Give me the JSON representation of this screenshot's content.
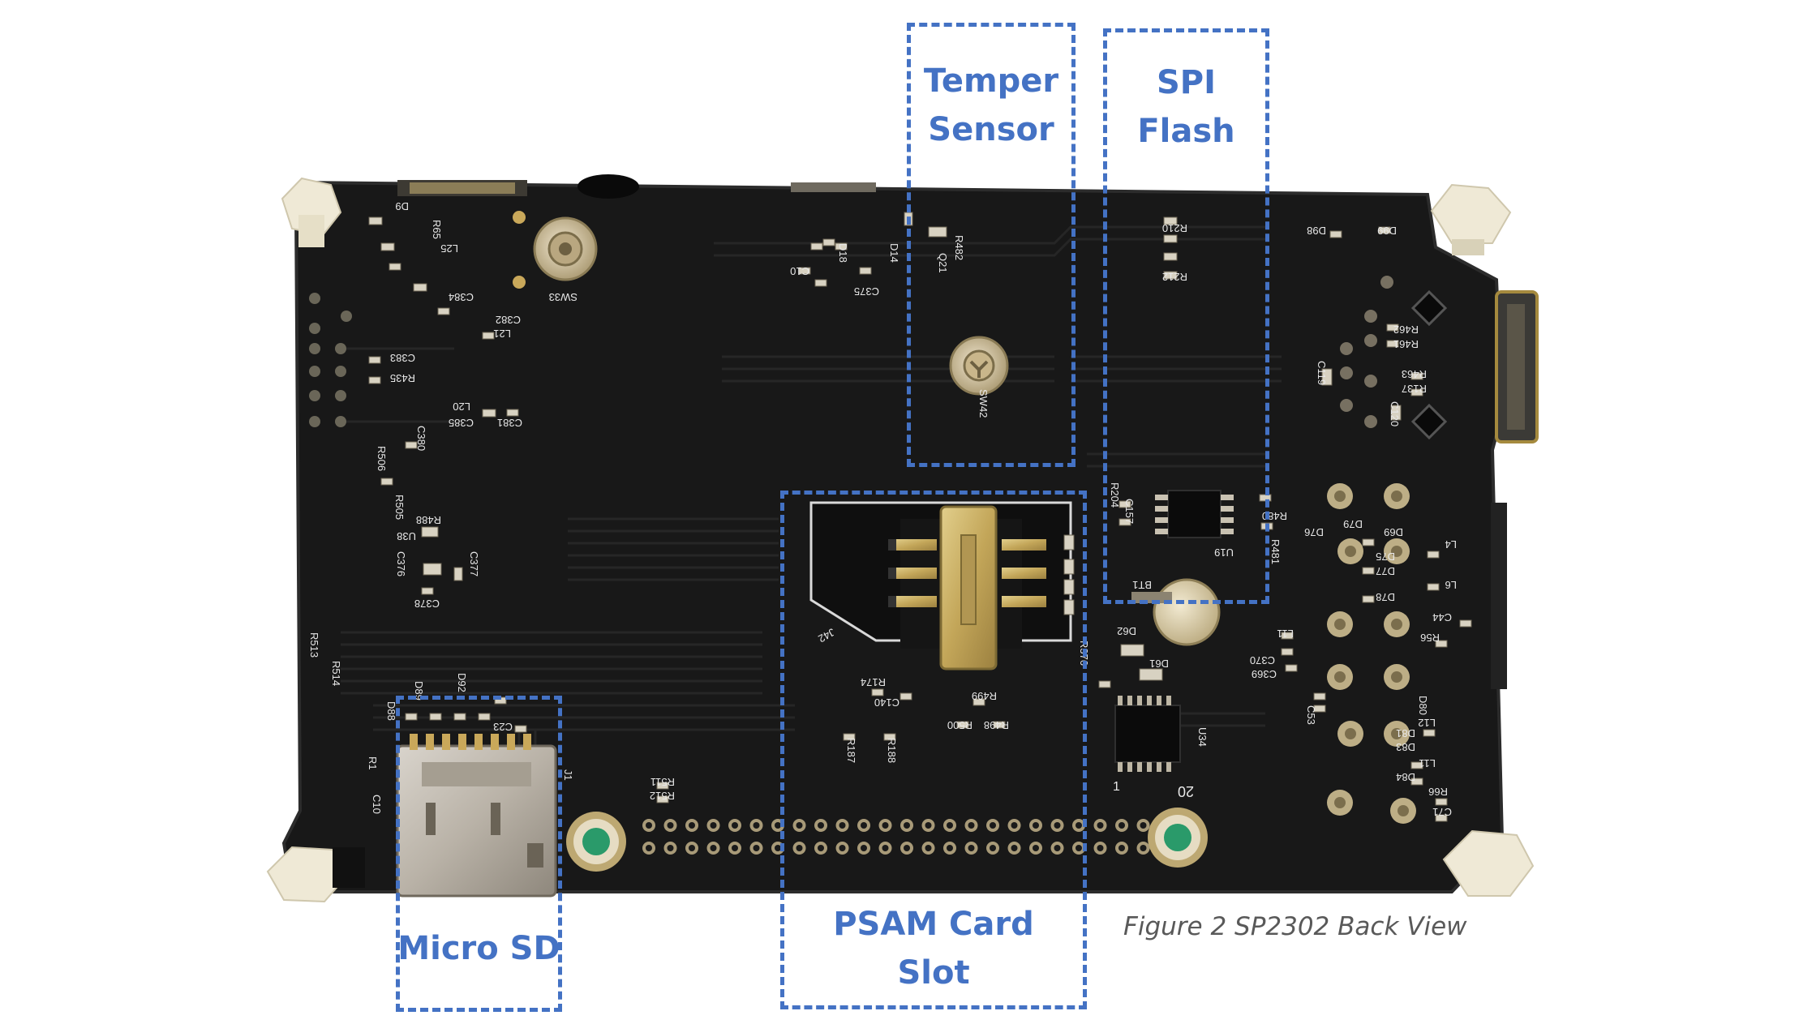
{
  "callouts": {
    "temper_sensor": "Temper\nSensor",
    "spi_flash": "SPI\nFlash",
    "psam_slot": "PSAM Card\nSlot",
    "micro_sd": "Micro SD"
  },
  "caption": "Figure 2 SP2302 Back View",
  "silkscreen": {
    "sw33": "SW33",
    "sw42": "SW42",
    "j42": "J42",
    "u19": "U19",
    "u34": "U34",
    "pin1": "1",
    "pin20": "20",
    "r482": "R482",
    "q21": "Q21",
    "r210": "R210",
    "r212": "R212",
    "r462": "R462",
    "r461": "R461",
    "r463": "R463",
    "r137": "R137",
    "c119": "C119",
    "c120": "C120",
    "d9": "D9",
    "r65": "R65",
    "l25": "L25",
    "c384": "C384",
    "c382": "C382",
    "l21": "L21",
    "c383": "C383",
    "r435": "R435",
    "c381": "C381",
    "c380": "C380",
    "c385": "C385",
    "l20": "L20",
    "r506": "R506",
    "r505": "R505",
    "r488": "R488",
    "u38": "U38",
    "c376": "C376",
    "c377": "C377",
    "c378": "C378",
    "r513": "R513",
    "r514": "R514",
    "r174": "R174",
    "c140": "C140",
    "r499": "R499",
    "r500": "R500",
    "r498": "R498",
    "r187": "R187",
    "r188": "R188",
    "r511": "R511",
    "r512": "R512",
    "r480": "R480",
    "r481": "R481",
    "r204": "R204",
    "c157": "C157",
    "d61": "D61",
    "d62": "D62",
    "bt1": "BT1",
    "r56": "R56",
    "c44": "C44",
    "l11": "L11",
    "c370": "C370",
    "c369": "C369",
    "c53": "C53",
    "d80": "D80",
    "d81": "D81",
    "d83": "D83",
    "d84": "D84",
    "r66": "R66",
    "c71": "C71",
    "l11b": "L11",
    "l12": "L12",
    "d76": "D76",
    "d79": "D79",
    "d69": "D69",
    "d75": "D75",
    "d77": "D77",
    "d78": "D78",
    "l4": "L4",
    "l6": "L6",
    "d98": "D98",
    "d99": "D99",
    "j1": "J1",
    "r1": "R1",
    "c10": "C10",
    "d88": "D88",
    "d89": "D89",
    "c23": "C23",
    "d92": "D92",
    "r376": "R376",
    "d14": "D14",
    "d18": "D18",
    "c375": "C375",
    "c10b": "C10"
  },
  "colors": {
    "accent": "#4472c4",
    "caption": "#595959",
    "pcb": "#1a1a1a",
    "silk": "#e8e8e8",
    "gold": "#c9ae5d",
    "standoff": "#efe9d6",
    "via_green": "#2a9a6a"
  }
}
